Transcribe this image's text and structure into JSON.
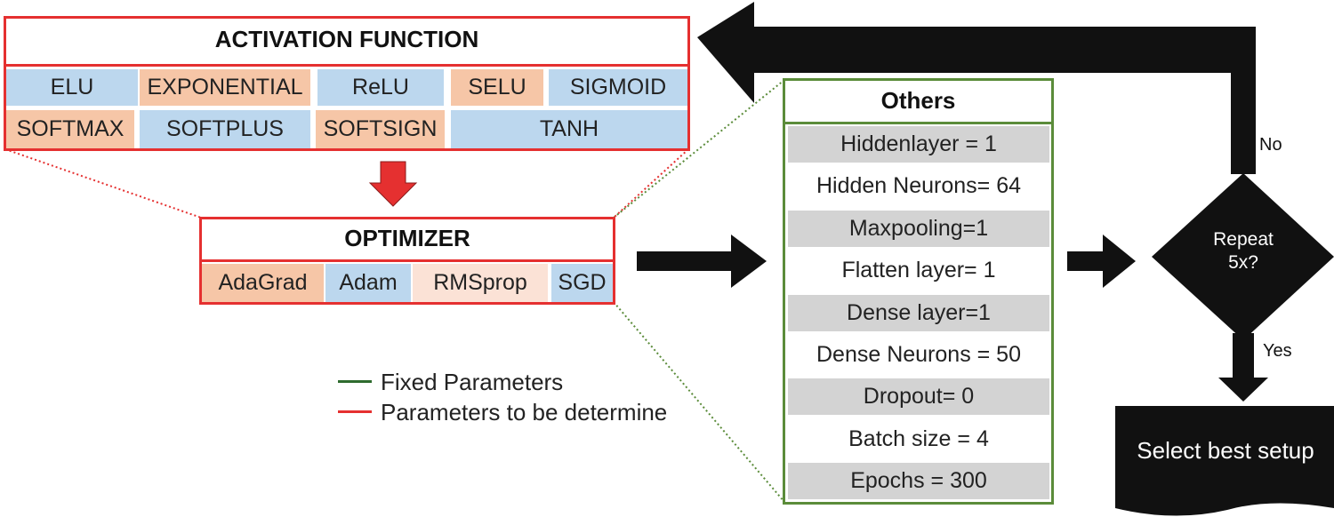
{
  "activation": {
    "title": "ACTIVATION FUNCTION",
    "row1": [
      "ELU",
      "EXPONENTIAL",
      "ReLU",
      "SELU",
      "SIGMOID"
    ],
    "row2": [
      "SOFTMAX",
      "SOFTPLUS",
      "SOFTSIGN",
      "TANH"
    ]
  },
  "optimizer": {
    "title": "OPTIMIZER",
    "items": [
      "AdaGrad",
      "Adam",
      "RMSprop",
      "SGD"
    ]
  },
  "others": {
    "title": "Others",
    "rows": [
      "Hiddenlayer = 1",
      "Hidden Neurons= 64",
      "Maxpooling=1",
      "Flatten layer= 1",
      "Dense layer=1",
      "Dense Neurons = 50",
      "Dropout= 0",
      "Batch size = 4",
      "Epochs = 300"
    ]
  },
  "decision": {
    "text_line1": "Repeat",
    "text_line2": "5x?",
    "no_label": "No",
    "yes_label": "Yes"
  },
  "result": {
    "label": "Select best setup"
  },
  "legend": {
    "fixed": "Fixed Parameters",
    "to_determine": "Parameters to be determine"
  },
  "colors": {
    "red": "#e53030",
    "green": "#5b8c3a",
    "legend_green": "#2e6b2e",
    "blue_cell": "#bcd7ee",
    "orange_cell": "#f6c6a7",
    "peach_cell": "#fbe2d6",
    "gray_row": "#d3d3d3",
    "black": "#111111"
  }
}
